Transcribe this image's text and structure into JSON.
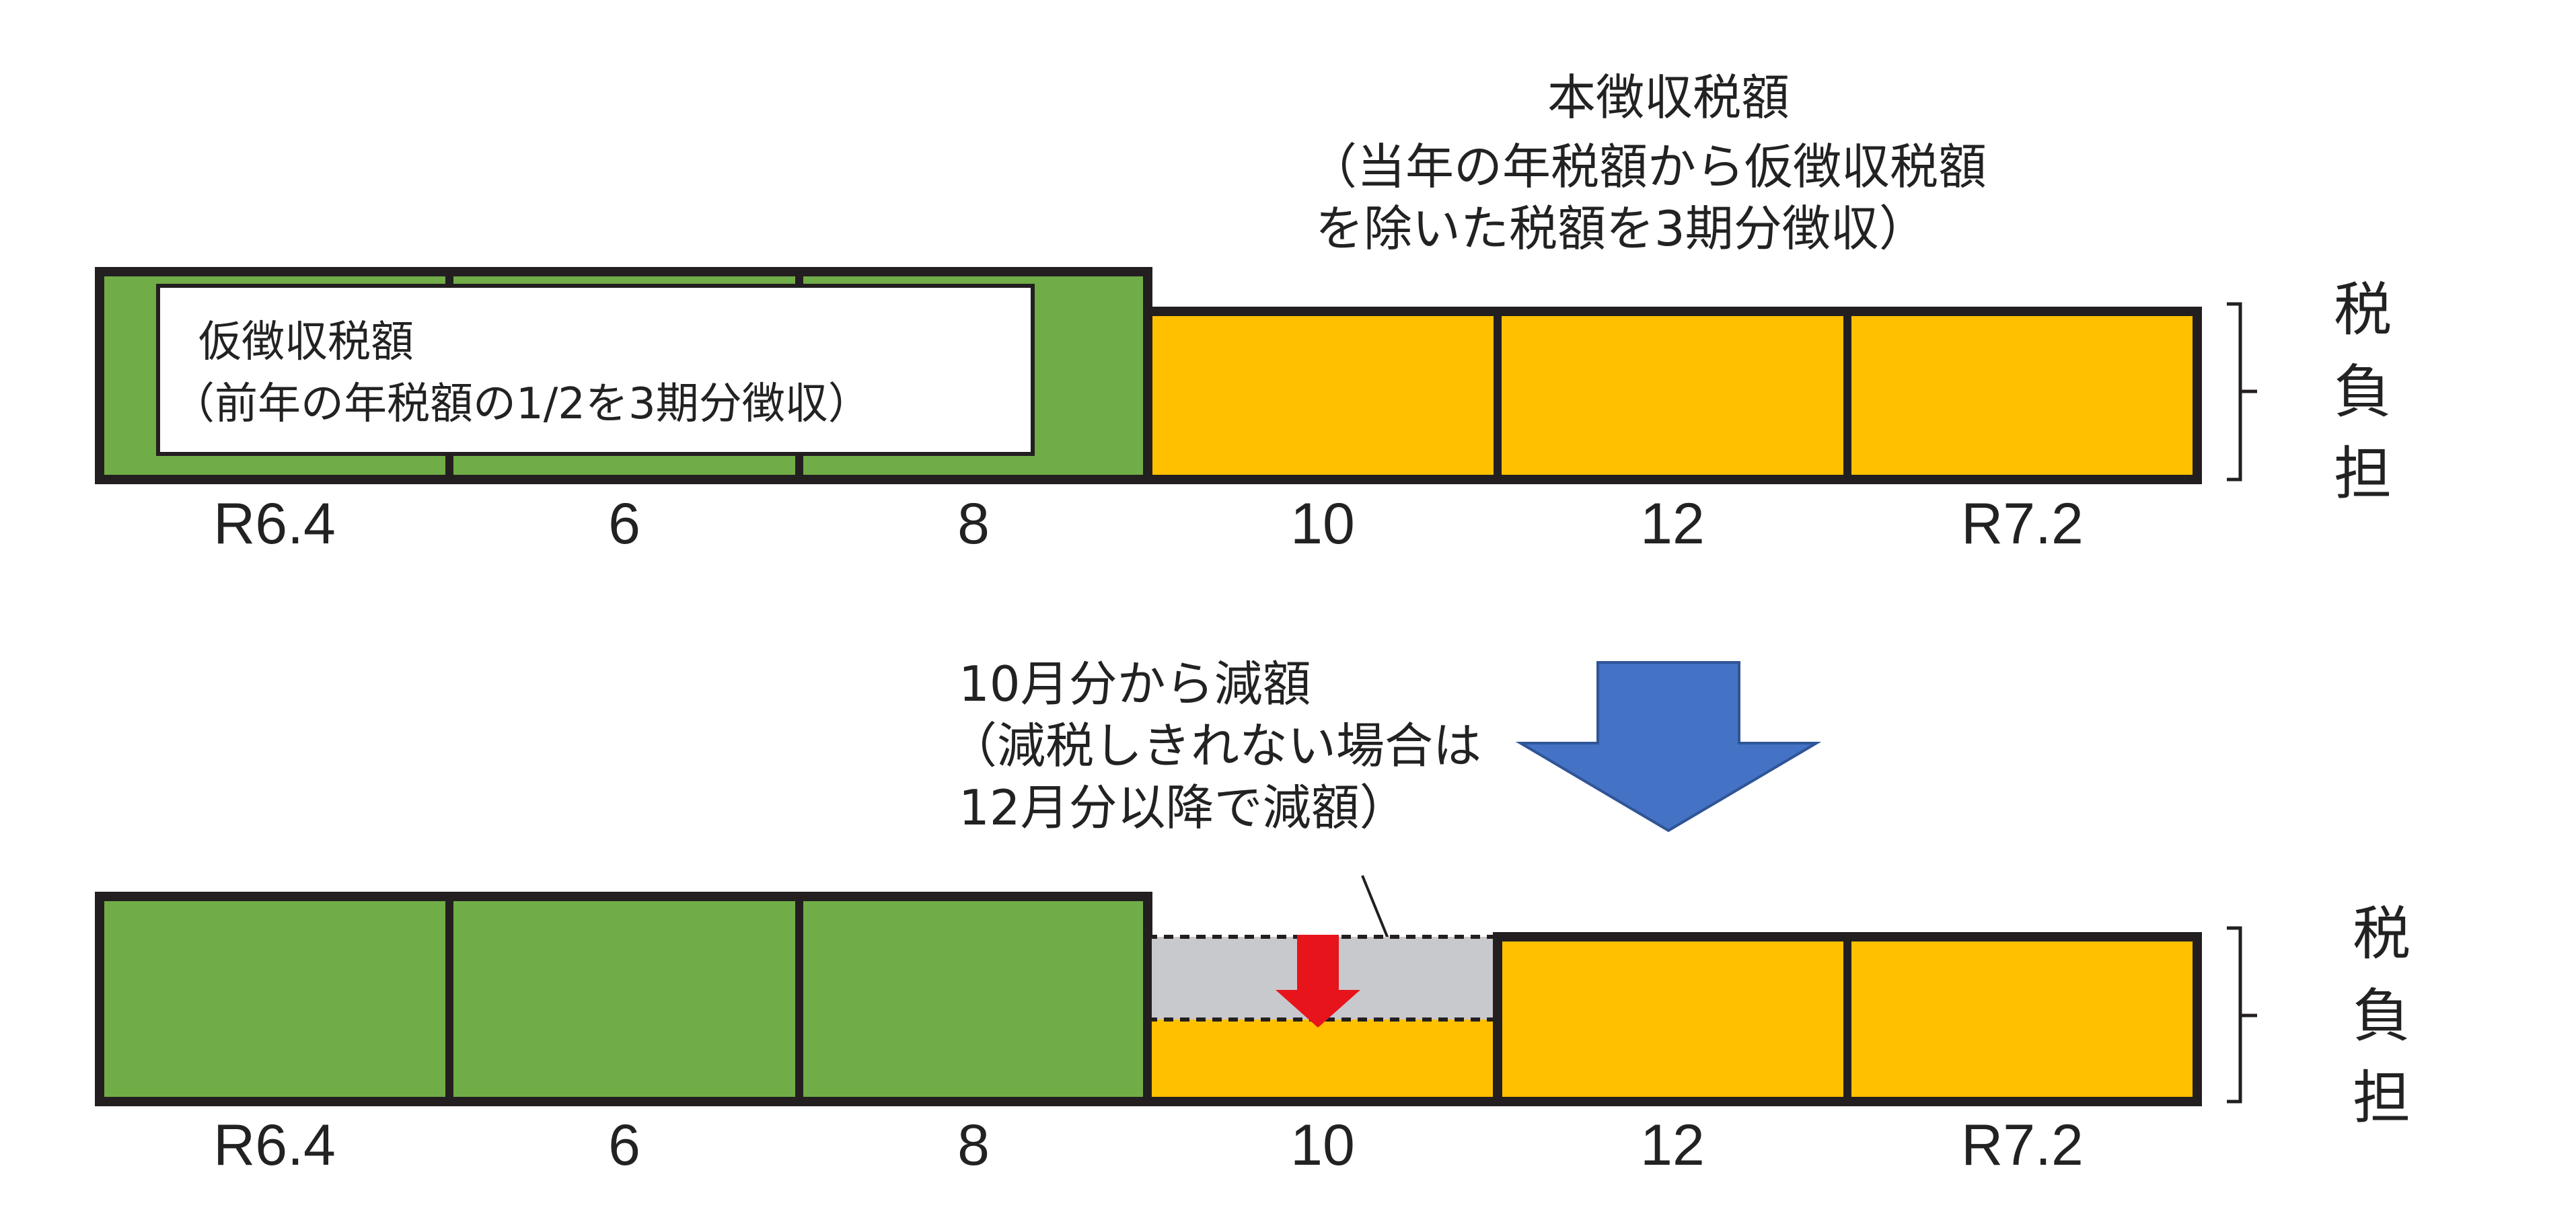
{
  "top": {
    "honchoshu": {
      "title": "本徴収税額",
      "line1": "（当年の年税額から仮徴収税額",
      "line2": "を除いた税額を3期分徴収）"
    },
    "karichoshu": {
      "title": "仮徴収税額",
      "line1": "（前年の年税額の1/2を3期分徴収）"
    },
    "side_label": [
      "税",
      "負",
      "担"
    ],
    "months": [
      "R6.4",
      "6",
      "8",
      "10",
      "12",
      "R7.2"
    ]
  },
  "bottom": {
    "reduction": {
      "line1": "10月分から減額",
      "line2": "（減税しきれない場合は",
      "line3": "12月分以降で減額）"
    },
    "side_label": [
      "税",
      "負",
      "担"
    ],
    "months": [
      "R6.4",
      "6",
      "8",
      "10",
      "12",
      "R7.2"
    ]
  },
  "colors": {
    "green": "#70AD47",
    "orange": "#FFC000",
    "blue": "#4472C4",
    "red": "#E8141B",
    "gray": "#C8C9CC",
    "border": "#231F20"
  }
}
